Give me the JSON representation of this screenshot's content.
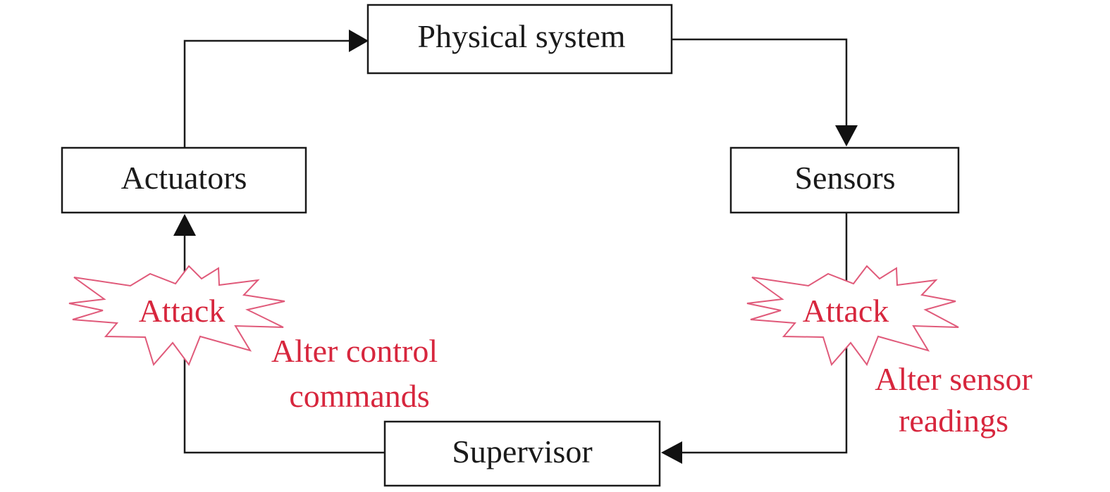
{
  "colors": {
    "line": "#1a1a1a",
    "attack_text": "#d7263d",
    "burst_outline": "#e05a7a"
  },
  "boxes": {
    "physical_system": "Physical system",
    "actuators": "Actuators",
    "sensors": "Sensors",
    "supervisor": "Supervisor"
  },
  "attacks": {
    "left": {
      "label": "Attack",
      "annotation_line1": "Alter control",
      "annotation_line2": "commands"
    },
    "right": {
      "label": "Attack",
      "annotation_line1": "Alter sensor",
      "annotation_line2": "readings"
    }
  }
}
